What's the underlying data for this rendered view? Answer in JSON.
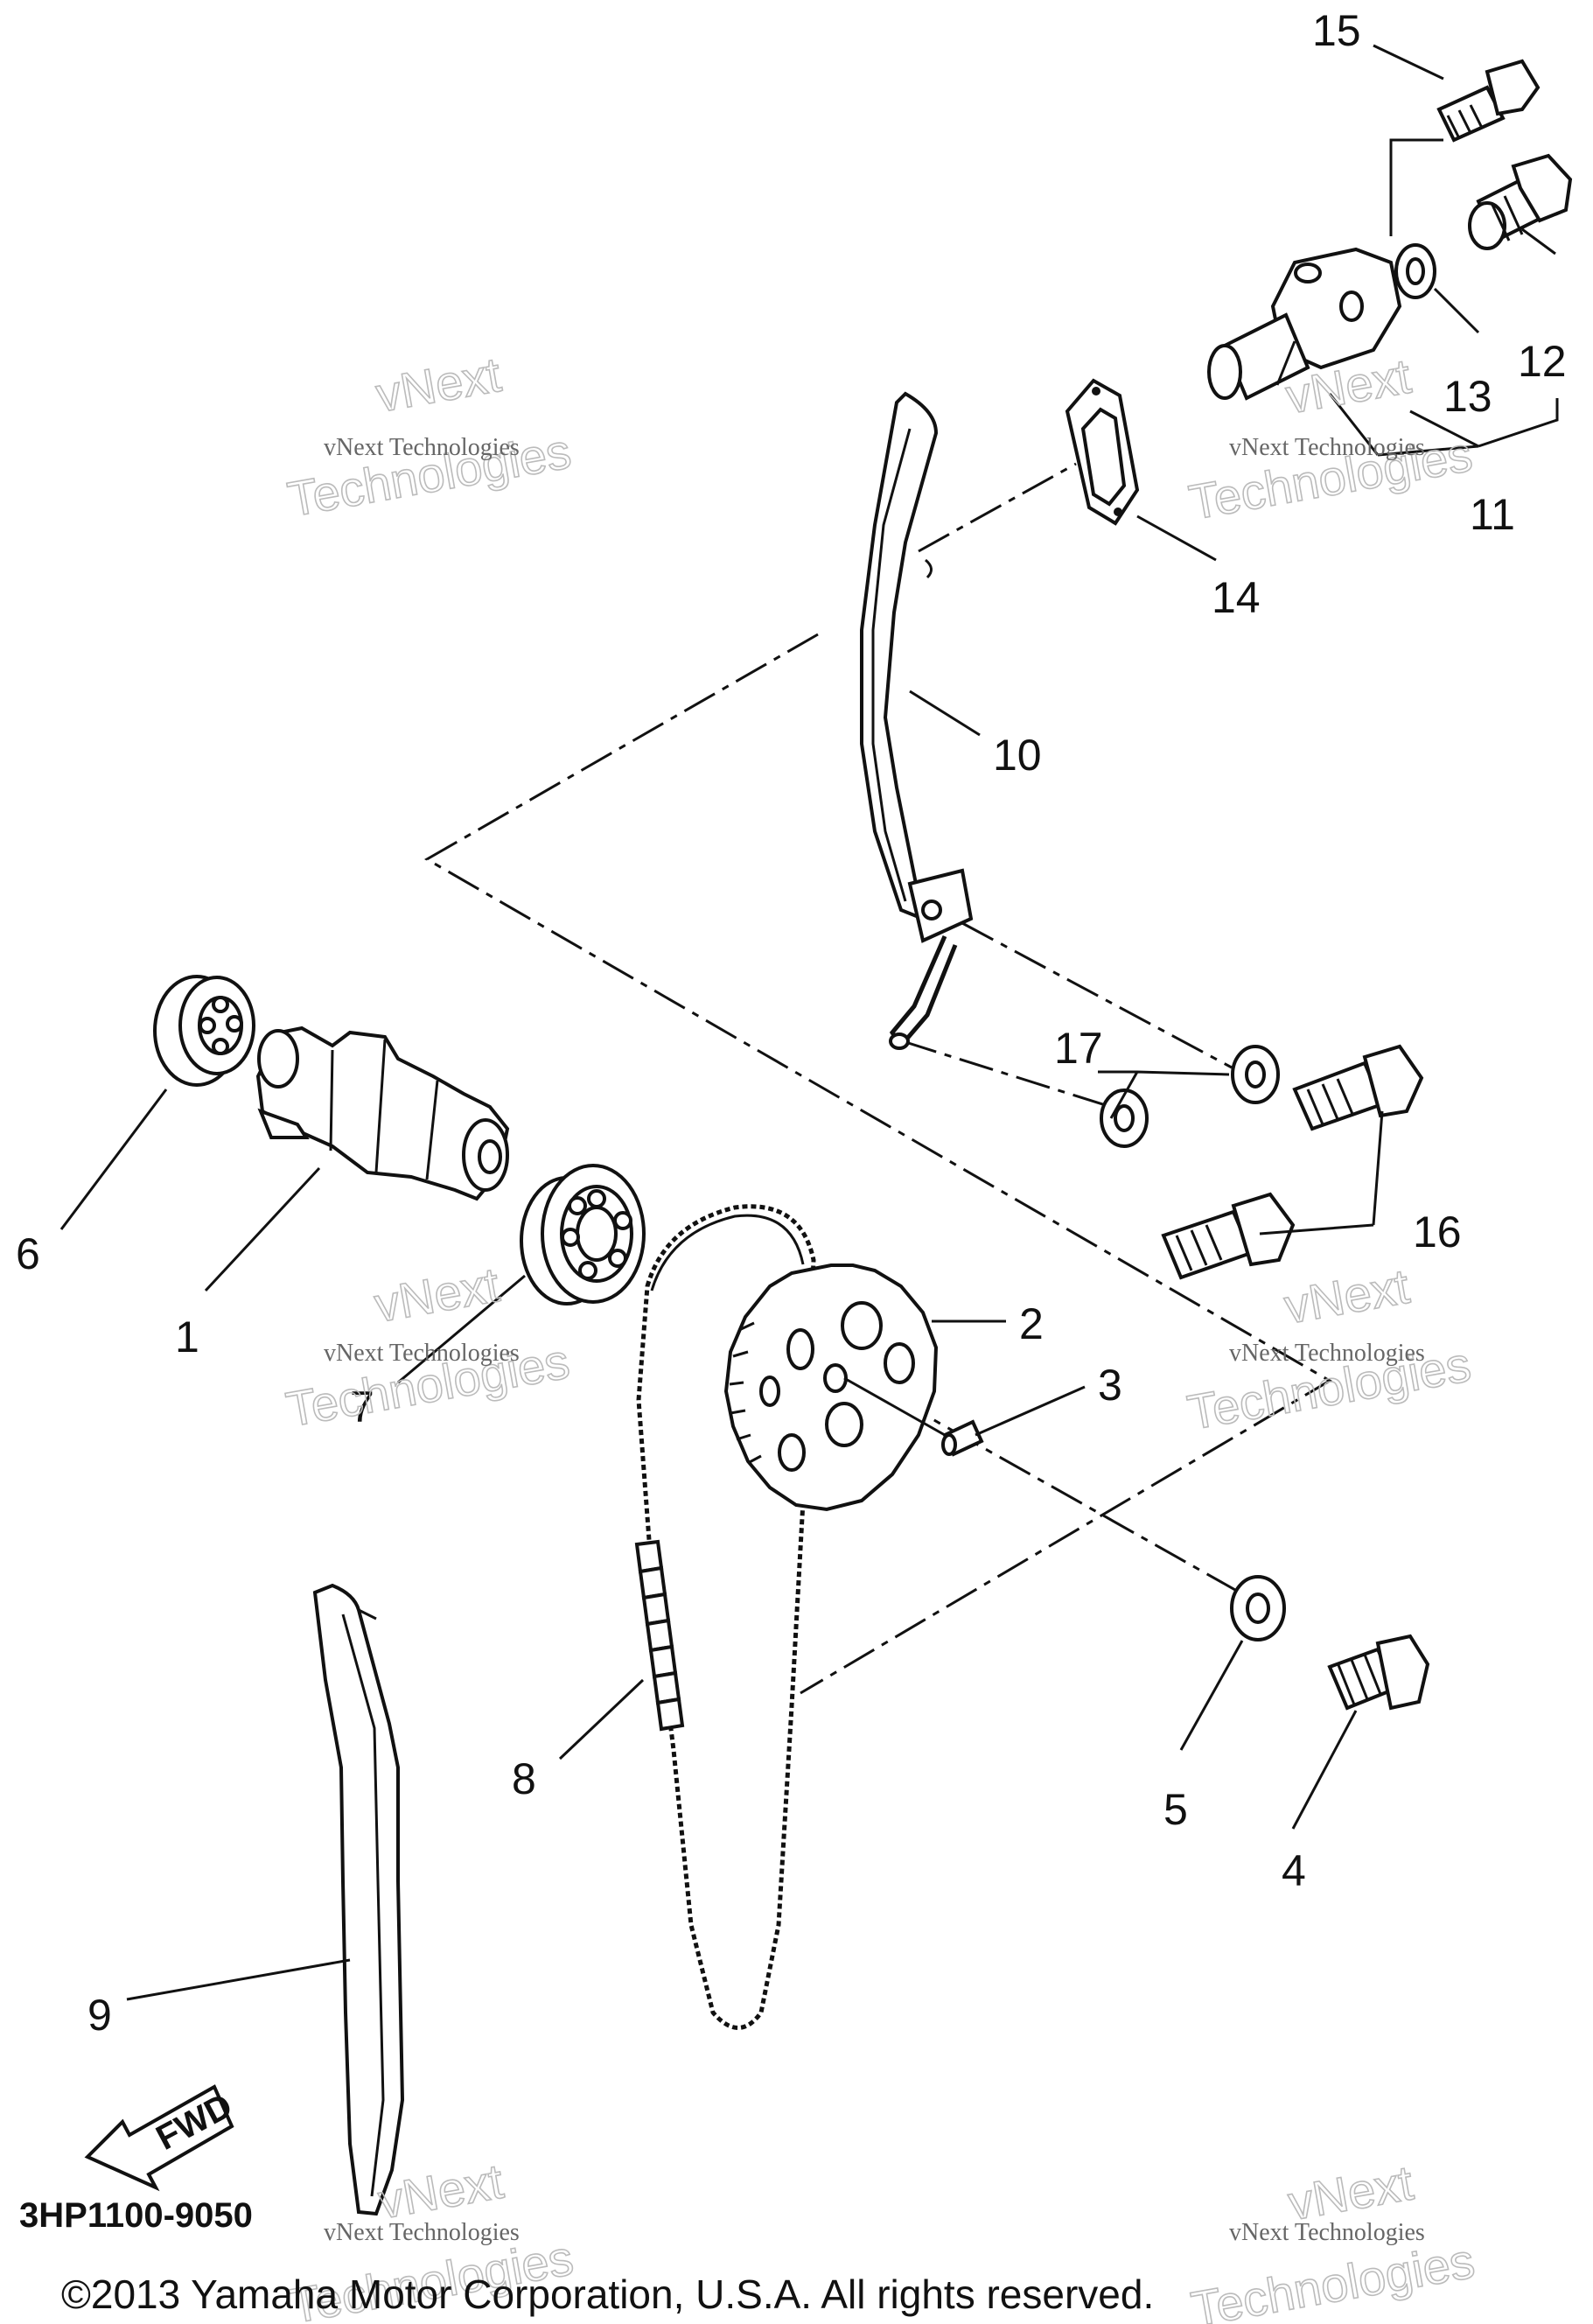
{
  "diagram": {
    "callouts": [
      "1",
      "2",
      "3",
      "4",
      "5",
      "6",
      "7",
      "8",
      "9",
      "10",
      "11",
      "12",
      "13",
      "14",
      "15",
      "16",
      "17"
    ],
    "part_code": "3HP1100-9050",
    "fwd_label": "FWD",
    "copyright": "©2013 Yamaha Motor Corporation, U.S.A. All rights reserved.",
    "watermark": {
      "small": "vNext Technologies",
      "big_top": "vNext",
      "big_bottom": "Technologies"
    }
  }
}
